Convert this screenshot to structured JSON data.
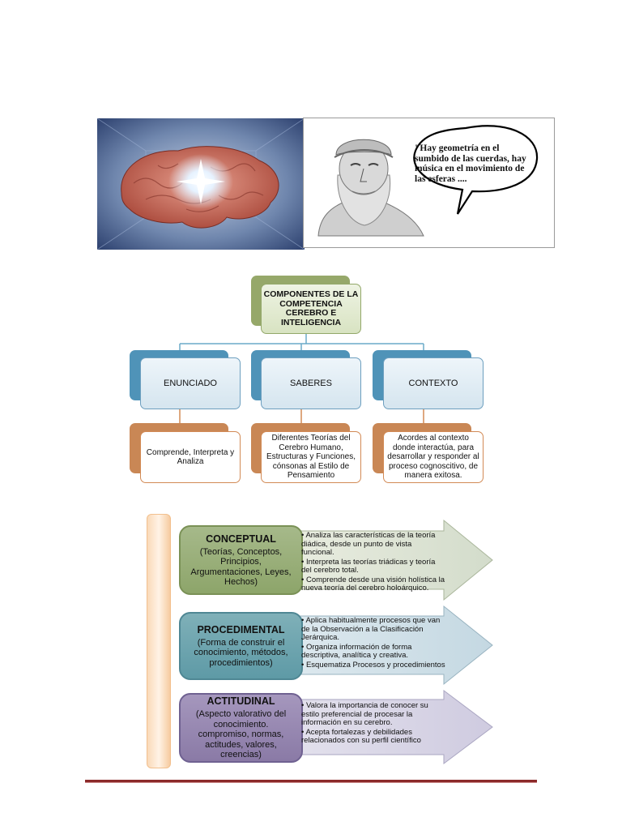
{
  "header": {
    "quote": "\"Hay geometría en el sumbido de las cuerdas, hay música en el movimiento de las esferas ...."
  },
  "diagram": {
    "root": "COMPONENTES DE LA COMPETENCIA CEREBRO E INTELIGENCIA",
    "branches": [
      {
        "title": "ENUNCIADO",
        "detail": "Comprende, Interpreta y Analiza"
      },
      {
        "title": "SABERES",
        "detail": "Diferentes Teorías del Cerebro Humano, Estructuras y Funciones, cónsonas al Estilo de Pensamiento"
      },
      {
        "title": "CONTEXTO",
        "detail": "Acordes al contexto donde interactúa, para desarrollar y responder al proceso cognoscitivo, de manera exitosa."
      }
    ]
  },
  "competencies": [
    {
      "title": "CONCEPTUAL",
      "subtitle": "(Teorías, Conceptos, Principios, Argumentaciones, Leyes, Hechos)",
      "bullets": [
        "• Analiza las características de la teoría diádica, desde un punto de vista funcional.",
        "• Interpreta las teorías triádicas y teoría del cerebro total.",
        "• Comprende desde una visión holística la nueva teoría del cerebro holoárquico."
      ]
    },
    {
      "title": "PROCEDIMENTAL",
      "subtitle": "(Forma de construir el conocimiento, métodos, procedimientos)",
      "bullets": [
        "• Aplica habitualmente procesos que van de la Observación a la Clasificación Jerárquica.",
        "• Organiza información de forma descriptiva, analítica y creativa.",
        "• Esquematiza Procesos y procedimientos"
      ]
    },
    {
      "title": "ACTITUDINAL",
      "subtitle": "(Aspecto valorativo del conocimiento. compromiso, normas, actitudes, valores, creencias)",
      "bullets": [
        "• Valora la importancia de conocer su estilo preferencial de procesar la información en su cerebro.",
        "• Acepta fortalezas y debilidades relacionados con su perfil científico"
      ]
    }
  ],
  "colors": {
    "conceptual": "#8fa86b",
    "procedimental": "#5e9aa6",
    "actitudinal": "#8a7aa6",
    "footer": "#8b2a2a"
  }
}
